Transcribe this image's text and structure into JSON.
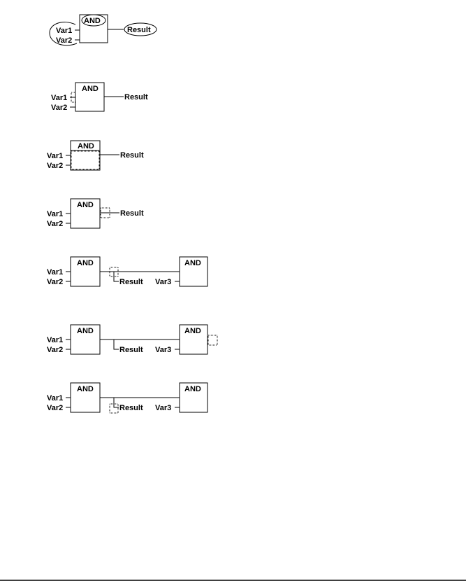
{
  "labels": {
    "and": "AND",
    "var1": "Var1",
    "var2": "Var2",
    "var3": "Var3",
    "result": "Result"
  }
}
